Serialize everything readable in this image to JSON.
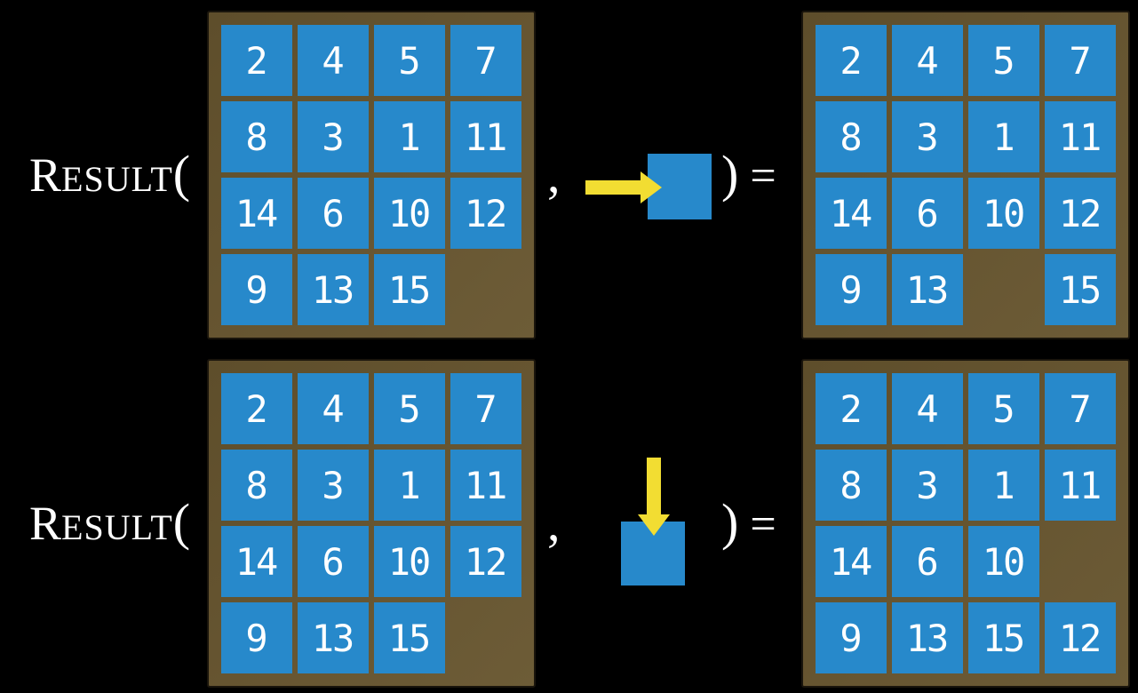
{
  "function": {
    "name_initial": "R",
    "name_rest": "ESULT",
    "open_paren": "(",
    "comma": ",",
    "close_paren": ")",
    "equals": "="
  },
  "colors": {
    "background": "#000000",
    "board_brown": "#655430",
    "board_brown_dark": "#5e4e2b",
    "board_brown_light": "#6d5c37",
    "board_border": "#1a150c",
    "tile_blue": "#2789cb",
    "number_white": "#ffffff",
    "arrow_yellow": "#f2dd32",
    "label_white": "#ffffff"
  },
  "rows": [
    {
      "name": "move-right-example",
      "move_icon": "arrow-right-into-tile",
      "start_board": [
        "2",
        "4",
        "5",
        "7",
        "8",
        "3",
        "1",
        "11",
        "14",
        "6",
        "10",
        "12",
        "9",
        "13",
        "15",
        null
      ],
      "result_board": [
        "2",
        "4",
        "5",
        "7",
        "8",
        "3",
        "1",
        "11",
        "14",
        "6",
        "10",
        "12",
        "9",
        "13",
        null,
        "15"
      ]
    },
    {
      "name": "move-down-example",
      "move_icon": "arrow-down-into-tile",
      "start_board": [
        "2",
        "4",
        "5",
        "7",
        "8",
        "3",
        "1",
        "11",
        "14",
        "6",
        "10",
        "12",
        "9",
        "13",
        "15",
        null
      ],
      "result_board": [
        "2",
        "4",
        "5",
        "7",
        "8",
        "3",
        "1",
        "11",
        "14",
        "6",
        "10",
        null,
        "9",
        "13",
        "15",
        "12"
      ]
    }
  ]
}
